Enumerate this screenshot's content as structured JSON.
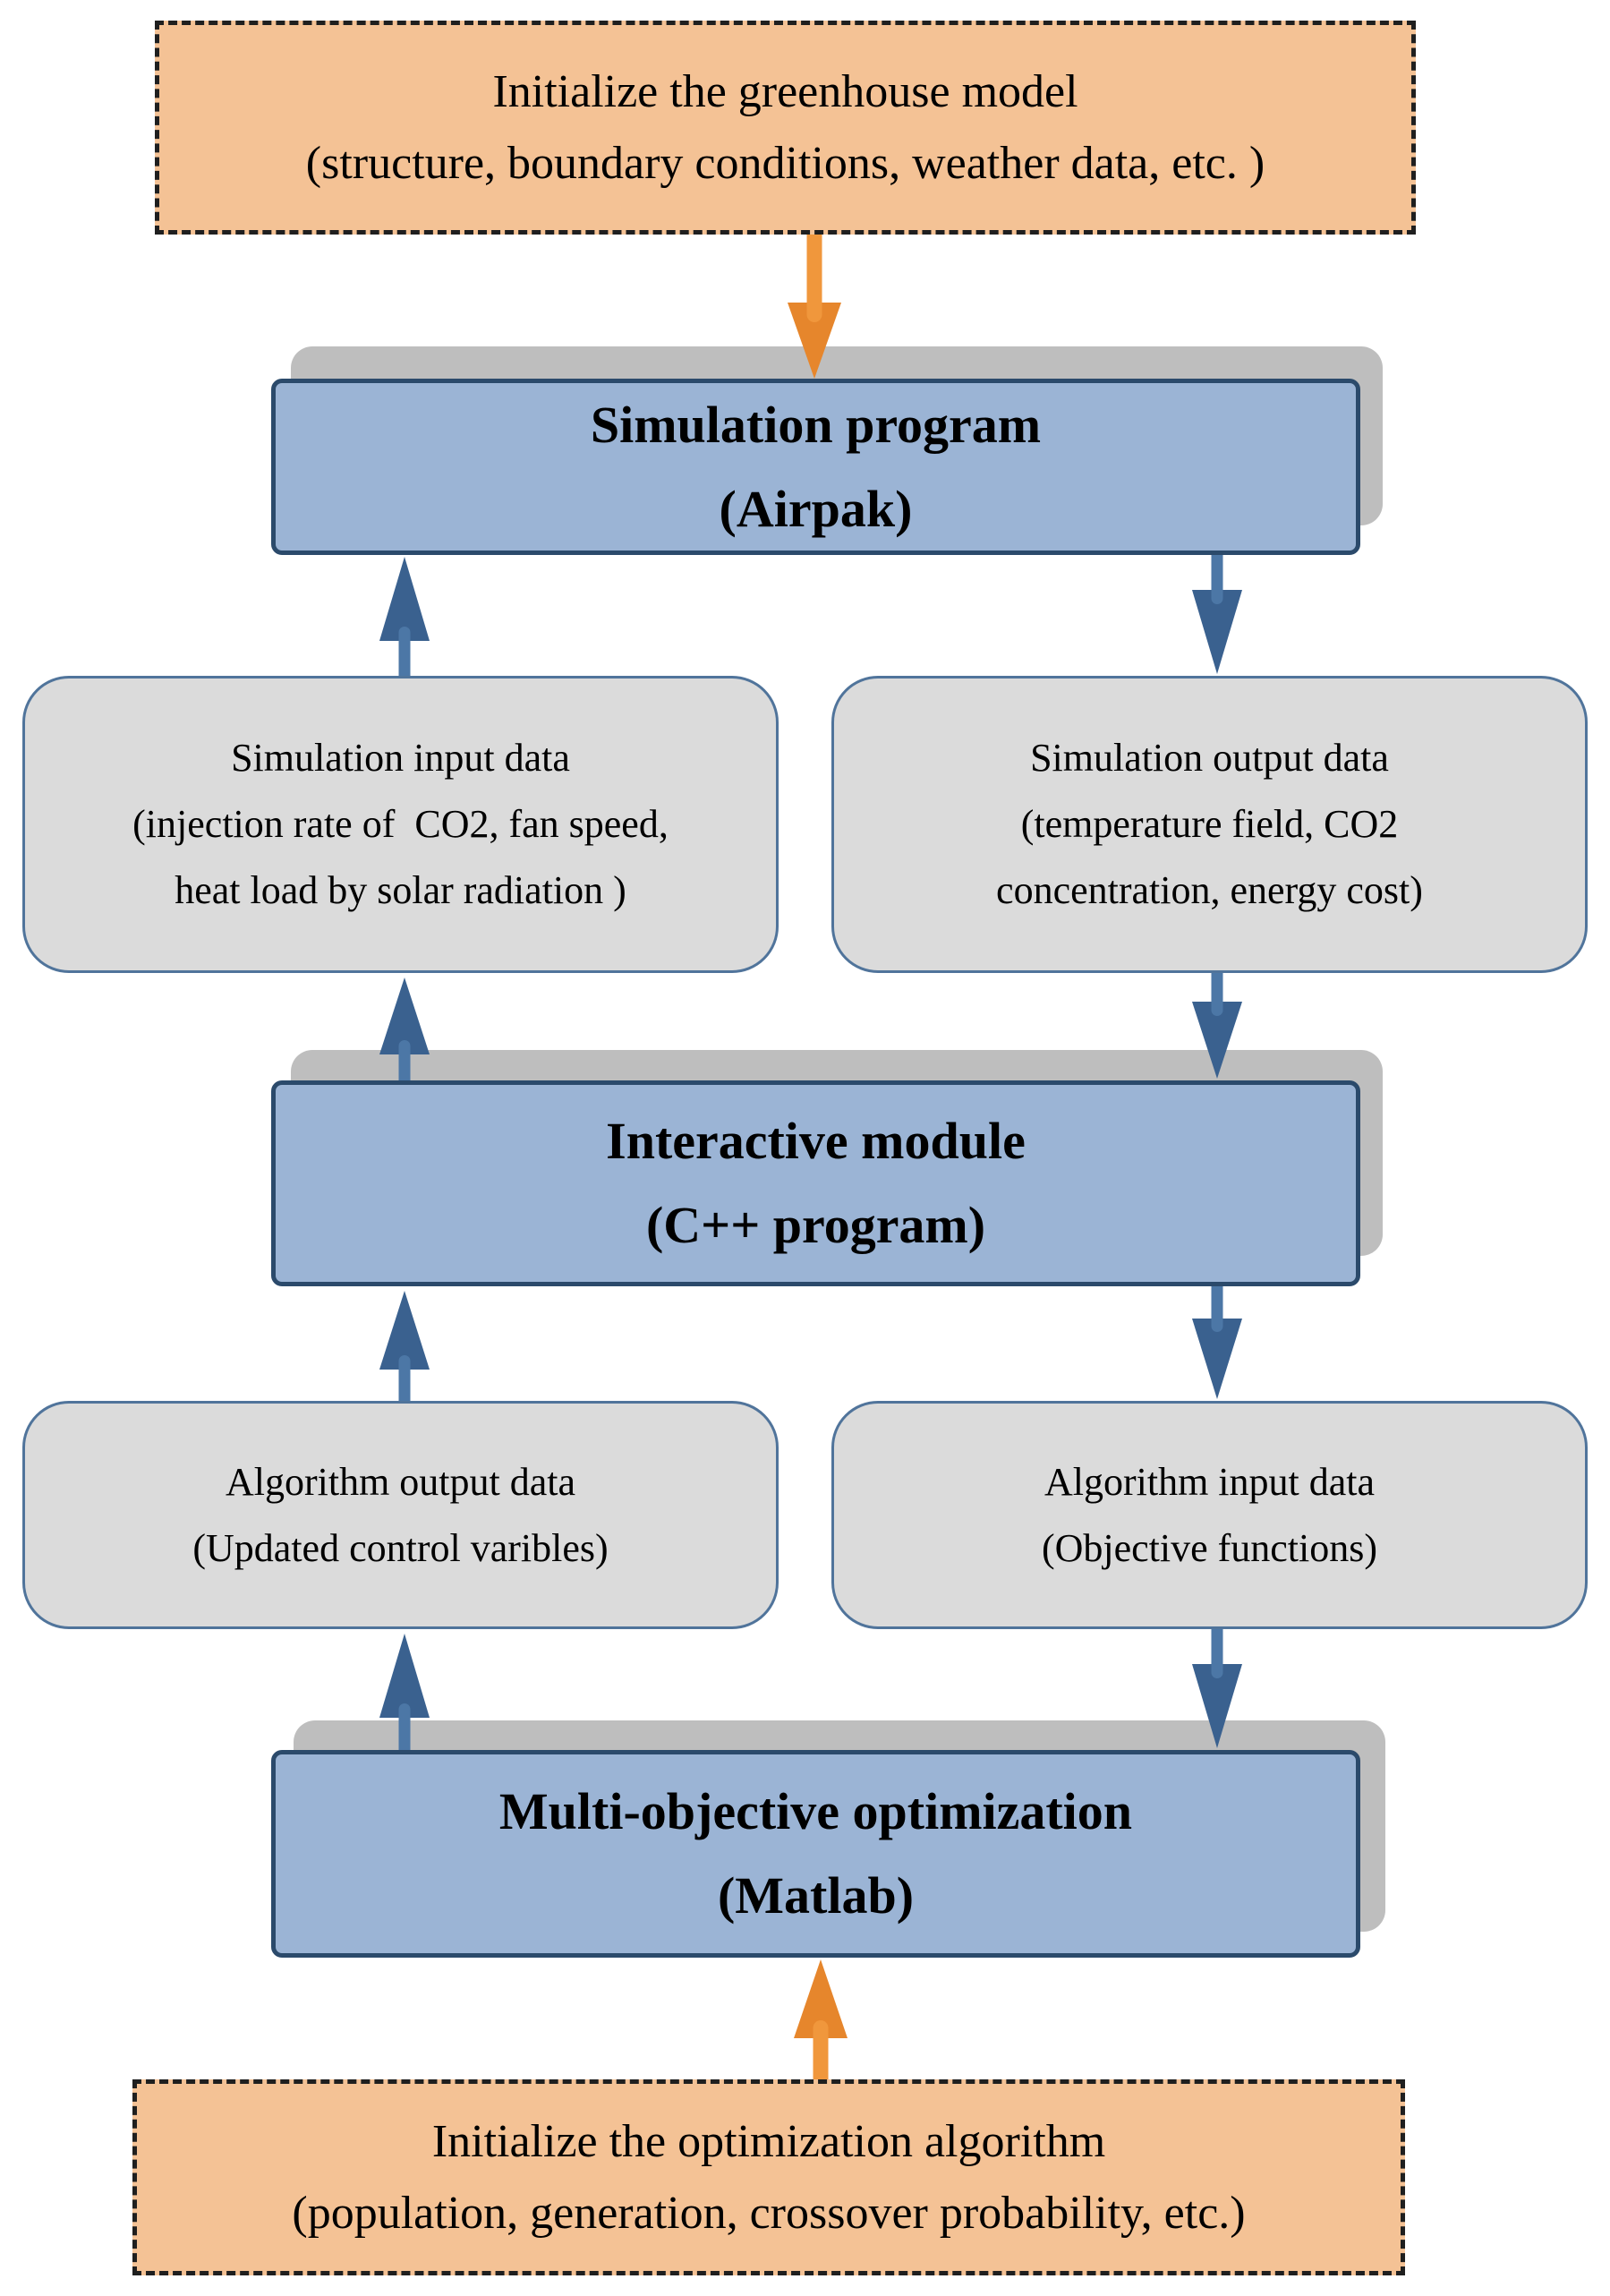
{
  "nodes": {
    "init_greenhouse": {
      "line1": "Initialize the greenhouse model",
      "line2": "(structure, boundary conditions, weather data, etc. )"
    },
    "simulation_program": {
      "line1": "Simulation program",
      "line2": "(Airpak)"
    },
    "simulation_input": {
      "line1": "Simulation input data",
      "line2": "(injection rate of  CO2, fan speed,",
      "line3": "heat load by solar radiation )"
    },
    "simulation_output": {
      "line1": "Simulation output data",
      "line2": "(temperature field, CO2",
      "line3": "concentration, energy cost)"
    },
    "interactive_module": {
      "line1": "Interactive module",
      "line2": "(C++ program)"
    },
    "algorithm_output": {
      "line1": "Algorithm output data",
      "line2": "(Updated control varibles)"
    },
    "algorithm_input": {
      "line1": "Algorithm input data",
      "line2": "(Objective functions)"
    },
    "multi_objective": {
      "line1": "Multi-objective optimization",
      "line2": "(Matlab)"
    },
    "init_algorithm": {
      "line1": "Initialize the optimization algorithm",
      "line2": "(population, generation, crossover probability, etc.)"
    }
  },
  "colors": {
    "init_box_fill": "#F4C295",
    "init_box_border": "#1F1F1F",
    "program_box_fill": "#9BB4D5",
    "program_box_border": "#2B4A6B",
    "data_box_fill": "#DBDBDB",
    "data_box_border": "#50749B",
    "shadow_gray": "#BEBEBE",
    "blue_arrow_head": "#3A618F",
    "blue_arrow_shaft": "#4C77A6",
    "orange_arrow_head": "#E6862C",
    "orange_arrow_shaft": "#F0973C"
  }
}
